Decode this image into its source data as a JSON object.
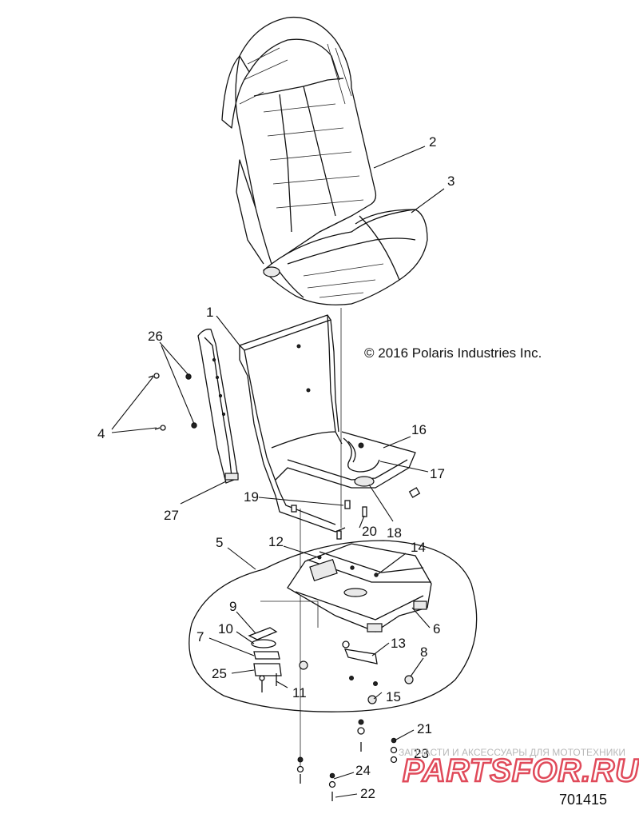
{
  "copyright": "© 2016 Polaris Industries Inc.",
  "reference_number": "701415",
  "watermark": {
    "tagline": "ЗАПЧАСТИ И АКСЕССУАРЫ ДЛЯ МОТОТЕХНИКИ",
    "brand": "PARTSFOR.RU"
  },
  "callouts": [
    {
      "id": "1",
      "text": "1"
    },
    {
      "id": "2",
      "text": "2"
    },
    {
      "id": "3",
      "text": "3"
    },
    {
      "id": "4",
      "text": "4"
    },
    {
      "id": "5",
      "text": "5"
    },
    {
      "id": "6",
      "text": "6"
    },
    {
      "id": "7",
      "text": "7"
    },
    {
      "id": "8",
      "text": "8"
    },
    {
      "id": "9",
      "text": "9"
    },
    {
      "id": "10",
      "text": "10"
    },
    {
      "id": "11",
      "text": "11"
    },
    {
      "id": "12",
      "text": "12"
    },
    {
      "id": "13",
      "text": "13"
    },
    {
      "id": "14",
      "text": "14"
    },
    {
      "id": "15",
      "text": "15"
    },
    {
      "id": "16",
      "text": "16"
    },
    {
      "id": "17",
      "text": "17"
    },
    {
      "id": "18",
      "text": "18"
    },
    {
      "id": "19",
      "text": "19"
    },
    {
      "id": "20",
      "text": "20"
    },
    {
      "id": "21",
      "text": "21"
    },
    {
      "id": "22",
      "text": "22"
    },
    {
      "id": "23",
      "text": "23"
    },
    {
      "id": "24",
      "text": "24"
    },
    {
      "id": "25",
      "text": "25"
    },
    {
      "id": "26",
      "text": "26"
    },
    {
      "id": "27",
      "text": "27"
    }
  ]
}
